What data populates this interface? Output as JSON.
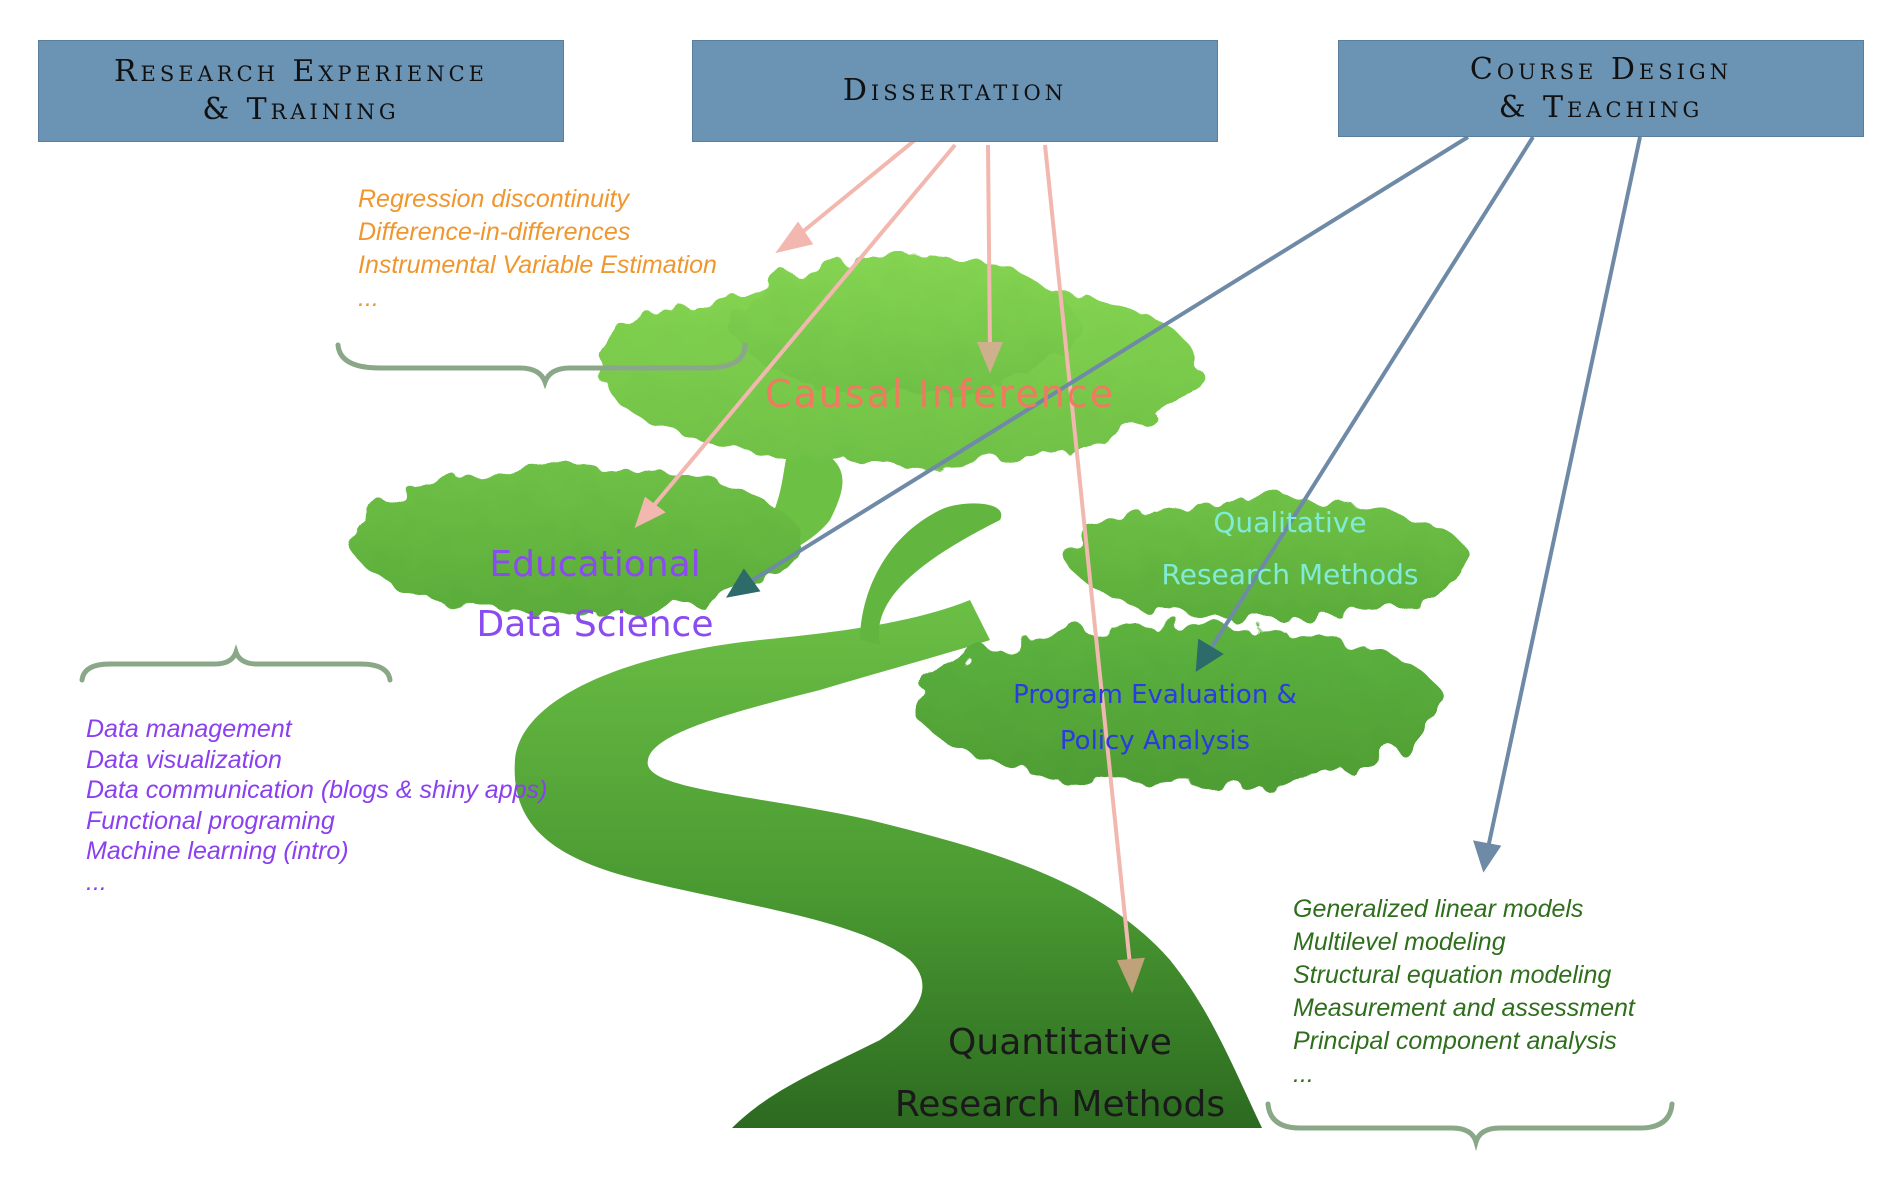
{
  "boxes": {
    "research": [
      "Research Experience",
      "& Training"
    ],
    "dissertation": [
      "Dissertation"
    ],
    "teaching": [
      "Course Design",
      "& Teaching"
    ]
  },
  "lists": {
    "causal_methods": [
      "Regression discontinuity",
      "Difference-in-differences",
      "Instrumental Variable Estimation",
      "..."
    ],
    "data_science_skills": [
      "Data management",
      "Data visualization",
      "Data communication (blogs & shiny apps)",
      "Functional programing",
      "Machine learning (intro)",
      "..."
    ],
    "quant_methods": [
      "Generalized linear models",
      "Multilevel modeling",
      "Structural equation modeling",
      "Measurement and assessment",
      "Principal component analysis",
      "..."
    ]
  },
  "branches": {
    "causal": "Causal Inference",
    "eds_1": "Educational",
    "eds_2": "Data Science",
    "qual_1": "Qualitative",
    "qual_2": "Research Methods",
    "prog_1": "Program Evaluation &",
    "prog_2": "Policy Analysis",
    "quant_1": "Quantitative",
    "quant_2": "Research Methods"
  },
  "colors": {
    "box_fill": "#6a93b4",
    "foliage_light": "#7ccc4e",
    "foliage_dark": "#4f9a32",
    "trunk_dark": "#2f6e22",
    "dissertation_arrow": "#f2b8b0",
    "teaching_arrow": "#6e8aa6",
    "orange_text": "#f0962e",
    "purple_text": "#8a3ff0",
    "green_text": "#2e6e1c",
    "causal_text": "#f07a60",
    "eds_text": "#8a4cf0",
    "qual_text": "#80ecd8",
    "prog_text": "#2a3ce0",
    "quant_text": "#1a1a1a",
    "brace": "#8aa888"
  }
}
